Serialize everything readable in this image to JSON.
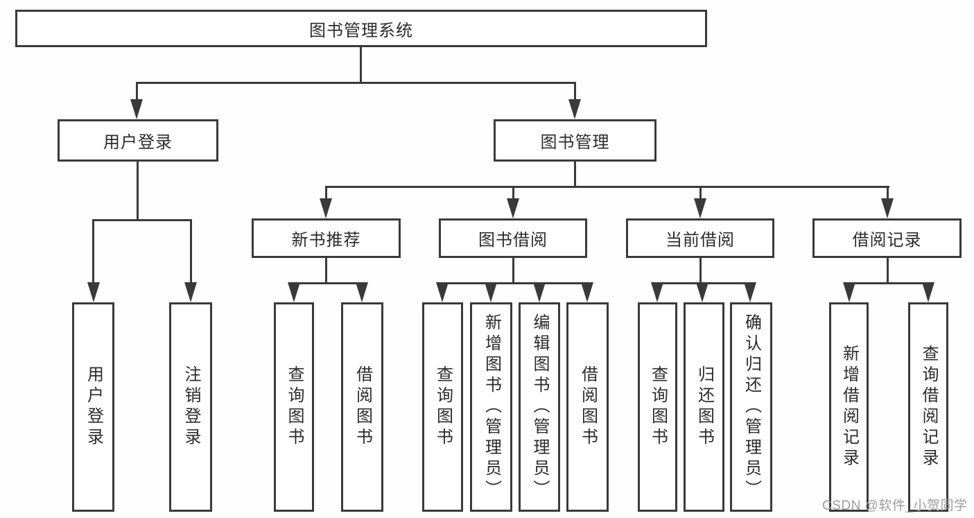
{
  "nodes": {
    "root": "图书管理系统",
    "branches": [
      {
        "label": "用户登录",
        "children": [
          "用户登录",
          "注销登录"
        ]
      },
      {
        "label": "图书管理",
        "children": [
          {
            "label": "新书推荐",
            "children": [
              "查询图书",
              "借阅图书"
            ]
          },
          {
            "label": "图书借阅",
            "children": [
              "查询图书",
              "新增图书（管理员）",
              "编辑图书（管理员）",
              "借阅图书"
            ]
          },
          {
            "label": "当前借阅",
            "children": [
              "查询图书",
              "归还图书",
              "确认归还（管理员）"
            ]
          },
          {
            "label": "借阅记录",
            "children": [
              "新增借阅记录",
              "查询借阅记录"
            ]
          }
        ]
      }
    ]
  },
  "watermark": "CSDN @软件_小贺同学",
  "colors": {
    "line": "#3a3a3a",
    "box_border": "#3a3a3a",
    "box_background": "#ffffff",
    "text": "#2b2b2b",
    "watermark": "#9c9c9c",
    "page_background": "#fefefe"
  }
}
